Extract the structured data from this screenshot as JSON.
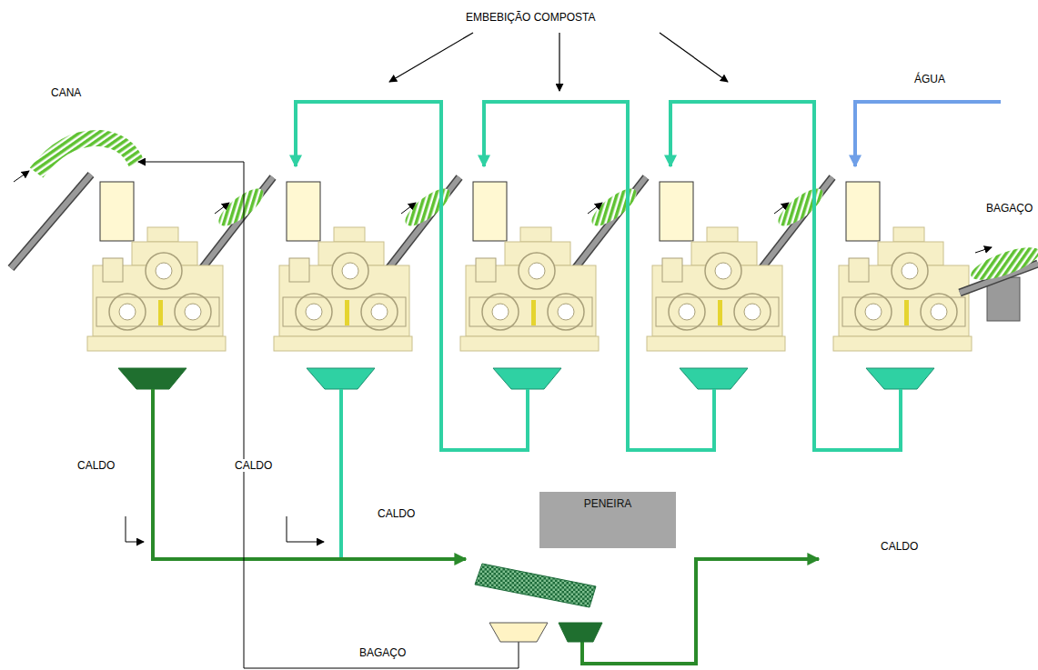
{
  "diagram": {
    "nodes": [
      {
        "text": [
          "PENEIRA"
        ]
      }
    ],
    "labels": [
      "EMBEBIÇÃO COMPOSTA",
      "CANA",
      "ÁGUA",
      "BAGAÇO",
      "CALDO",
      "CALDO",
      "CALDO",
      "CALDO",
      "BAGAÇO"
    ]
  }
}
